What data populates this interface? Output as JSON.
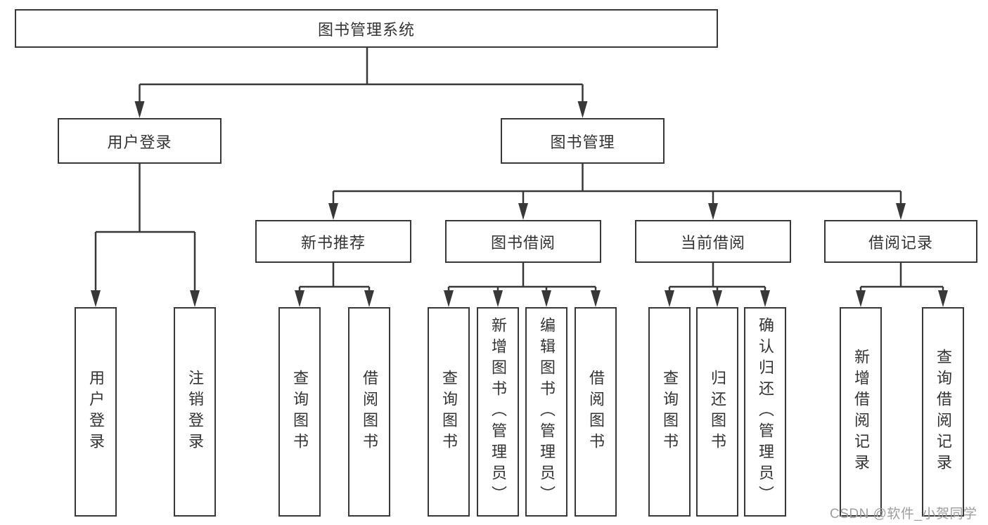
{
  "diagram": {
    "watermark": "CSDN @软件_小贺同学",
    "colors": {
      "line": "#383838",
      "box_border": "#383838",
      "box_background": "#ffffff",
      "text": "#333333",
      "watermark_text": "#9e9e9e"
    },
    "tree": {
      "label": "图书管理系统",
      "children": [
        {
          "label": "用户登录",
          "children": [
            {
              "label": "用户登录"
            },
            {
              "label": "注销登录"
            }
          ]
        },
        {
          "label": "图书管理",
          "children": [
            {
              "label": "新书推荐",
              "children": [
                {
                  "label": "查询图书"
                },
                {
                  "label": "借阅图书"
                }
              ]
            },
            {
              "label": "图书借阅",
              "children": [
                {
                  "label": "查询图书"
                },
                {
                  "label": "新增图书（管理员）"
                },
                {
                  "label": "编辑图书（管理员）"
                },
                {
                  "label": "借阅图书"
                }
              ]
            },
            {
              "label": "当前借阅",
              "children": [
                {
                  "label": "查询图书"
                },
                {
                  "label": "归还图书"
                },
                {
                  "label": "确认归还（管理员）"
                }
              ]
            },
            {
              "label": "借阅记录",
              "children": [
                {
                  "label": "新增借阅记录"
                },
                {
                  "label": "查询借阅记录"
                }
              ]
            }
          ]
        }
      ]
    }
  }
}
